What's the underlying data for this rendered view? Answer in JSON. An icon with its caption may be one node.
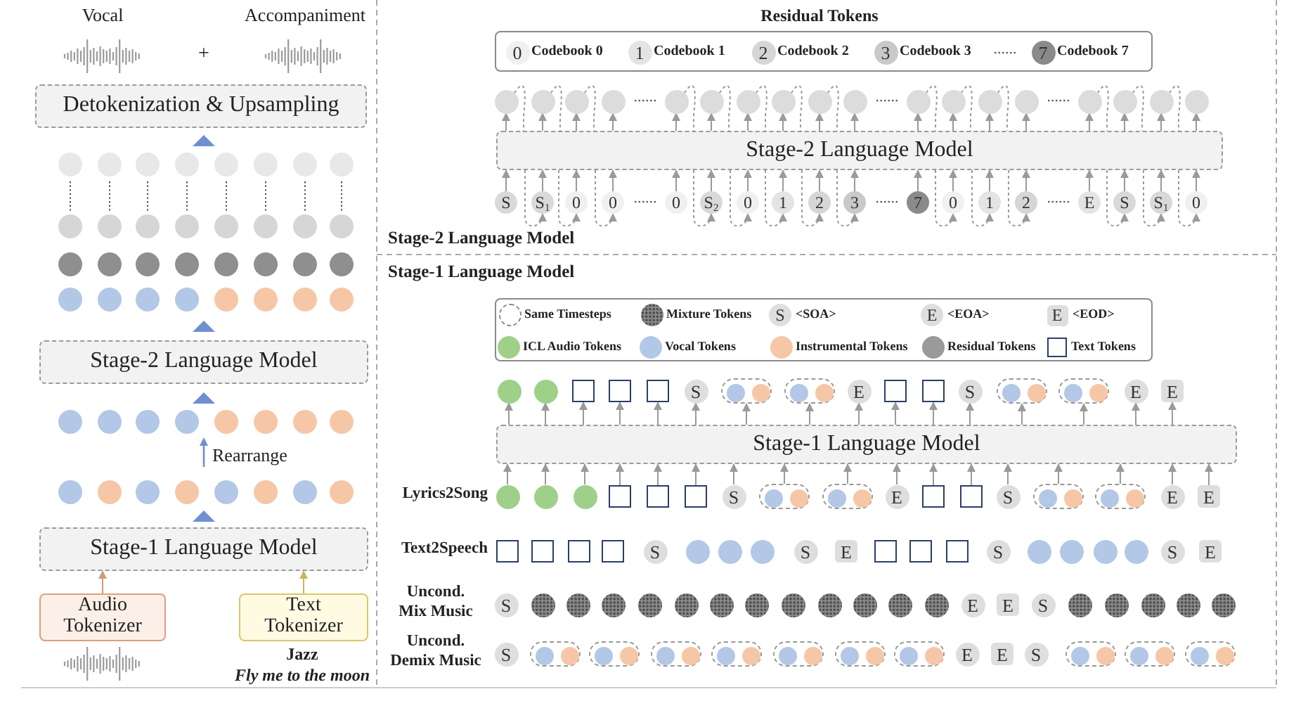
{
  "diagram": {
    "nodes": [
      {
        "text": [
          "Detokenization & Upsampling"
        ]
      },
      {
        "text": [
          "Stage-2 Language Model"
        ]
      },
      {
        "text": [
          "Stage-1 Language Model"
        ]
      },
      {
        "text": [
          "Audio Tokenizer"
        ]
      },
      {
        "text": [
          "Text Tokenizer"
        ],
        "beside": [
          "Jazz",
          "Fly me to the moon"
        ]
      },
      {
        "text": [
          "Stage-2 Language Model"
        ]
      },
      {
        "text": [],
        "shape": "circle"
      },
      {
        "text": [],
        "shape": "circle"
      },
      {
        "text": [],
        "shape": "circle"
      },
      {
        "text": [],
        "shape": "circle"
      },
      {
        "text": [],
        "shape": "circle"
      },
      {
        "text": [],
        "shape": "circle"
      },
      {
        "text": [],
        "shape": "circle"
      },
      {
        "text": [],
        "shape": "circle"
      },
      {
        "text": [],
        "shape": "circle"
      },
      {
        "text": [],
        "shape": "circle"
      },
      {
        "text": [],
        "shape": "circle"
      },
      {
        "text": [],
        "shape": "circle"
      },
      {
        "text": [],
        "shape": "circle"
      },
      {
        "text": [],
        "shape": "circle"
      },
      {
        "text": [],
        "shape": "circle"
      },
      {
        "text": [],
        "shape": "circle"
      },
      {
        "text": [],
        "shape": "circle"
      },
      {
        "text": [],
        "shape": "circle"
      },
      {
        "text": [
          "S"
        ]
      },
      {
        "text": [
          "S$_{1}$"
        ]
      },
      {
        "text": [
          "0"
        ]
      },
      {
        "text": [
          "0"
        ]
      },
      {
        "text": [
          "0"
        ]
      },
      {
        "text": [
          "S$_{2}$"
        ]
      },
      {
        "text": [
          "0"
        ]
      },
      {
        "text": [
          "1"
        ]
      },
      {
        "text": [
          "2"
        ]
      },
      {
        "text": [
          "3"
        ]
      },
      {
        "text": [
          "7"
        ]
      },
      {
        "text": [
          "0"
        ]
      },
      {
        "text": [
          "1"
        ]
      },
      {
        "text": [
          "2"
        ]
      },
      {
        "text": [
          "E"
        ]
      },
      {
        "text": [
          "S"
        ]
      },
      {
        "text": [
          "S$_{1}$"
        ]
      },
      {
        "text": [
          "0"
        ]
      },
      {
        "text": [
          "Stage-1 Language Model"
        ]
      },
      {
        "text": [],
        "shape": "circle"
      },
      {
        "text": [],
        "shape": "circle"
      },
      {
        "text": [],
        "shape": "box"
      },
      {
        "text": [],
        "shape": "box"
      },
      {
        "text": [],
        "shape": "box"
      },
      {
        "text": [
          "S"
        ]
      },
      {
        "text": [],
        "shape": "capsule"
      },
      {
        "text": [],
        "shape": "circle",
        "in": 49
      },
      {
        "text": [],
        "shape": "circle",
        "in": 49
      },
      {
        "text": [],
        "shape": "capsule"
      },
      {
        "text": [],
        "shape": "circle",
        "in": 52
      },
      {
        "text": [],
        "shape": "circle",
        "in": 52
      },
      {
        "text": [
          "E"
        ]
      },
      {
        "text": [],
        "shape": "box"
      },
      {
        "text": [],
        "shape": "box"
      },
      {
        "text": [
          "S"
        ]
      },
      {
        "text": [],
        "shape": "capsule"
      },
      {
        "text": [],
        "shape": "circle",
        "in": 59
      },
      {
        "text": [],
        "shape": "circle",
        "in": 59
      },
      {
        "text": [],
        "shape": "capsule"
      },
      {
        "text": [],
        "shape": "circle",
        "in": 62
      },
      {
        "text": [],
        "shape": "circle",
        "in": 62
      },
      {
        "text": [
          "E"
        ]
      },
      {
        "text": [
          "E"
        ]
      },
      {
        "text": [],
        "shape": "circle"
      },
      {
        "text": [],
        "shape": "circle"
      },
      {
        "text": [],
        "shape": "circle"
      },
      {
        "text": [],
        "shape": "box"
      },
      {
        "text": [],
        "shape": "box"
      },
      {
        "text": [],
        "shape": "box"
      },
      {
        "text": [
          "S"
        ]
      },
      {
        "text": [],
        "shape": "capsule"
      },
      {
        "text": [],
        "shape": "circle",
        "in": 74
      },
      {
        "text": [],
        "shape": "circle",
        "in": 74
      },
      {
        "text": [],
        "shape": "capsule"
      },
      {
        "text": [],
        "shape": "circle",
        "in": 77
      },
      {
        "text": [],
        "shape": "circle",
        "in": 77
      },
      {
        "text": [
          "E"
        ]
      },
      {
        "text": [],
        "shape": "box"
      },
      {
        "text": [],
        "shape": "box"
      },
      {
        "text": [
          "S"
        ]
      },
      {
        "text": [],
        "shape": "capsule"
      },
      {
        "text": [],
        "shape": "circle",
        "in": 84
      },
      {
        "text": [],
        "shape": "circle",
        "in": 84
      },
      {
        "text": [],
        "shape": "capsule"
      },
      {
        "text": [],
        "shape": "circle",
        "in": 87
      },
      {
        "text": [],
        "shape": "circle",
        "in": 87
      },
      {
        "text": [
          "E"
        ]
      },
      {
        "text": [
          "E"
        ]
      },
      {
        "text": [],
        "shape": "box"
      },
      {
        "text": [],
        "shape": "box"
      },
      {
        "text": [],
        "shape": "box"
      },
      {
        "text": [],
        "shape": "box"
      },
      {
        "text": [
          "S"
        ]
      },
      {
        "text": [],
        "shape": "circle"
      },
      {
        "text": [],
        "shape": "circle"
      },
      {
        "text": [],
        "shape": "circle"
      },
      {
        "text": [
          "S"
        ]
      },
      {
        "text": [
          "E"
        ]
      },
      {
        "text": [],
        "shape": "box"
      },
      {
        "text": [],
        "shape": "box"
      },
      {
        "text": [],
        "shape": "box"
      },
      {
        "text": [
          "S"
        ]
      },
      {
        "text": [],
        "shape": "circle"
      },
      {
        "text": [],
        "shape": "circle"
      },
      {
        "text": [],
        "shape": "circle"
      },
      {
        "text": [],
        "shape": "circle"
      },
      {
        "text": [
          "S"
        ]
      },
      {
        "text": [
          "E"
        ]
      },
      {
        "text": [
          "S"
        ]
      },
      {
        "text": [],
        "shape": "circle"
      },
      {
        "text": [],
        "shape": "circle"
      },
      {
        "text": [],
        "shape": "circle"
      },
      {
        "text": [],
        "shape": "circle"
      },
      {
        "text": [],
        "shape": "circle"
      },
      {
        "text": [],
        "shape": "circle"
      },
      {
        "text": [],
        "shape": "circle"
      },
      {
        "text": [],
        "shape": "circle"
      },
      {
        "text": [],
        "shape": "circle"
      },
      {
        "text": [],
        "shape": "circle"
      },
      {
        "text": [],
        "shape": "circle"
      },
      {
        "text": [],
        "shape": "circle"
      },
      {
        "text": [
          "E"
        ]
      },
      {
        "text": [
          "E"
        ]
      },
      {
        "text": [
          "S"
        ]
      },
      {
        "text": [],
        "shape": "circle"
      },
      {
        "text": [],
        "shape": "circle"
      },
      {
        "text": [],
        "shape": "circle"
      },
      {
        "text": [],
        "shape": "circle"
      },
      {
        "text": [],
        "shape": "circle"
      },
      {
        "text": [
          "S"
        ]
      },
      {
        "text": [],
        "shape": "capsule"
      },
      {
        "text": [],
        "shape": "circle",
        "in": 134
      },
      {
        "text": [],
        "shape": "circle",
        "in": 134
      },
      {
        "text": [],
        "shape": "capsule"
      },
      {
        "text": [],
        "shape": "circle",
        "in": 137
      },
      {
        "text": [],
        "shape": "circle",
        "in": 137
      },
      {
        "text": [],
        "shape": "capsule"
      },
      {
        "text": [],
        "shape": "circle",
        "in": 140
      },
      {
        "text": [],
        "shape": "circle",
        "in": 140
      },
      {
        "text": [],
        "shape": "capsule"
      },
      {
        "text": [],
        "shape": "circle",
        "in": 143
      },
      {
        "text": [],
        "shape": "circle",
        "in": 143
      },
      {
        "text": [],
        "shape": "capsule"
      },
      {
        "text": [],
        "shape": "circle",
        "in": 146
      },
      {
        "text": [],
        "shape": "circle",
        "in": 146
      },
      {
        "text": [],
        "shape": "capsule"
      },
      {
        "text": [],
        "shape": "circle",
        "in": 149
      },
      {
        "text": [],
        "shape": "circle",
        "in": 149
      },
      {
        "text": [],
        "shape": "capsule"
      },
      {
        "text": [],
        "shape": "circle",
        "in": 152
      },
      {
        "text": [],
        "shape": "circle",
        "in": 152
      },
      {
        "text": [
          "E"
        ]
      },
      {
        "text": [
          "E"
        ]
      },
      {
        "text": [
          "S"
        ]
      },
      {
        "text": [],
        "shape": "capsule"
      },
      {
        "text": [],
        "shape": "circle",
        "in": 158
      },
      {
        "text": [],
        "shape": "circle",
        "in": 158
      },
      {
        "text": [],
        "shape": "capsule"
      },
      {
        "text": [],
        "shape": "circle",
        "in": 161
      },
      {
        "text": [],
        "shape": "circle",
        "in": 161
      },
      {
        "text": [],
        "shape": "capsule"
      },
      {
        "text": [],
        "shape": "circle",
        "in": 164
      },
      {
        "text": [],
        "shape": "circle",
        "in": 164
      }
    ],
    "edges": [
      {
        "from": 3,
        "to": 2,
        "arrow": "to",
        "color": "#d39a78"
      },
      {
        "from": 4,
        "to": 2,
        "arrow": "to",
        "color": "#cdb25a"
      },
      {
        "from": 24,
        "to": 5,
        "arrow": "to"
      },
      {
        "from": 25,
        "to": 5,
        "arrow": "to"
      },
      {
        "from": 26,
        "to": 5,
        "arrow": "to"
      },
      {
        "from": 27,
        "to": 5,
        "arrow": "to"
      },
      {
        "from": 28,
        "to": 5,
        "arrow": "to"
      },
      {
        "from": 29,
        "to": 5,
        "arrow": "to"
      },
      {
        "from": 30,
        "to": 5,
        "arrow": "to"
      },
      {
        "from": 31,
        "to": 5,
        "arrow": "to"
      },
      {
        "from": 32,
        "to": 5,
        "arrow": "to"
      },
      {
        "from": 33,
        "to": 5,
        "arrow": "to"
      },
      {
        "from": 34,
        "to": 5,
        "arrow": "to"
      },
      {
        "from": 35,
        "to": 5,
        "arrow": "to"
      },
      {
        "from": 36,
        "to": 5,
        "arrow": "to"
      },
      {
        "from": 37,
        "to": 5,
        "arrow": "to"
      },
      {
        "from": 38,
        "to": 5,
        "arrow": "to"
      },
      {
        "from": 39,
        "to": 5,
        "arrow": "to"
      },
      {
        "from": 40,
        "to": 5,
        "arrow": "to"
      },
      {
        "from": 41,
        "to": 5,
        "arrow": "to"
      },
      {
        "from": 5,
        "to": 6,
        "arrow": "to"
      },
      {
        "from": 5,
        "to": 7,
        "arrow": "to"
      },
      {
        "from": 5,
        "to": 8,
        "arrow": "to"
      },
      {
        "from": 5,
        "to": 9,
        "arrow": "to"
      },
      {
        "from": 5,
        "to": 10,
        "arrow": "to"
      },
      {
        "from": 5,
        "to": 11,
        "arrow": "to"
      },
      {
        "from": 5,
        "to": 12,
        "arrow": "to"
      },
      {
        "from": 5,
        "to": 13,
        "arrow": "to"
      },
      {
        "from": 5,
        "to": 14,
        "arrow": "to"
      },
      {
        "from": 5,
        "to": 15,
        "arrow": "to"
      },
      {
        "from": 5,
        "to": 16,
        "arrow": "to"
      },
      {
        "from": 5,
        "to": 17,
        "arrow": "to"
      },
      {
        "from": 5,
        "to": 18,
        "arrow": "to"
      },
      {
        "from": 5,
        "to": 19,
        "arrow": "to"
      },
      {
        "from": 5,
        "to": 20,
        "arrow": "to"
      },
      {
        "from": 5,
        "to": 21,
        "arrow": "to"
      },
      {
        "from": 5,
        "to": 22,
        "arrow": "to"
      },
      {
        "from": 5,
        "to": 23,
        "arrow": "to"
      },
      {
        "from": 6,
        "to": 5,
        "arrow": "none",
        "style": "dashed"
      },
      {
        "from": 5,
        "to": 25,
        "arrow": "to",
        "style": "dashed"
      },
      {
        "from": 7,
        "to": 5,
        "arrow": "none",
        "style": "dashed"
      },
      {
        "from": 5,
        "to": 26,
        "arrow": "to",
        "style": "dashed"
      },
      {
        "from": 8,
        "to": 5,
        "arrow": "none",
        "style": "dashed"
      },
      {
        "from": 5,
        "to": 27,
        "arrow": "to",
        "style": "dashed"
      },
      {
        "from": 10,
        "to": 5,
        "arrow": "none",
        "style": "dashed"
      },
      {
        "from": 5,
        "to": 29,
        "arrow": "to",
        "style": "dashed"
      },
      {
        "from": 11,
        "to": 5,
        "arrow": "none",
        "style": "dashed"
      },
      {
        "from": 5,
        "to": 30,
        "arrow": "to",
        "style": "dashed"
      },
      {
        "from": 12,
        "to": 5,
        "arrow": "none",
        "style": "dashed"
      },
      {
        "from": 5,
        "to": 31,
        "arrow": "to",
        "style": "dashed"
      },
      {
        "from": 13,
        "to": 5,
        "arrow": "none",
        "style": "dashed"
      },
      {
        "from": 5,
        "to": 32,
        "arrow": "to",
        "style": "dashed"
      },
      {
        "from": 14,
        "to": 5,
        "arrow": "none",
        "style": "dashed"
      },
      {
        "from": 5,
        "to": 33,
        "arrow": "to",
        "style": "dashed"
      },
      {
        "from": 16,
        "to": 5,
        "arrow": "none",
        "style": "dashed"
      },
      {
        "from": 5,
        "to": 35,
        "arrow": "to",
        "style": "dashed"
      },
      {
        "from": 17,
        "to": 5,
        "arrow": "none",
        "style": "dashed"
      },
      {
        "from": 5,
        "to": 36,
        "arrow": "to",
        "style": "dashed"
      },
      {
        "from": 18,
        "to": 5,
        "arrow": "none",
        "style": "dashed"
      },
      {
        "from": 5,
        "to": 37,
        "arrow": "to",
        "style": "dashed"
      },
      {
        "from": 20,
        "to": 5,
        "arrow": "none",
        "style": "dashed"
      },
      {
        "from": 5,
        "to": 39,
        "arrow": "to",
        "style": "dashed"
      },
      {
        "from": 21,
        "to": 5,
        "arrow": "none",
        "style": "dashed"
      },
      {
        "from": 5,
        "to": 40,
        "arrow": "to",
        "style": "dashed"
      },
      {
        "from": 22,
        "to": 5,
        "arrow": "none",
        "style": "dashed"
      },
      {
        "from": 5,
        "to": 41,
        "arrow": "to",
        "style": "dashed"
      },
      {
        "from": 67,
        "to": 42,
        "arrow": "to"
      },
      {
        "from": 68,
        "to": 42,
        "arrow": "to"
      },
      {
        "from": 69,
        "to": 42,
        "arrow": "to"
      },
      {
        "from": 70,
        "to": 42,
        "arrow": "to"
      },
      {
        "from": 71,
        "to": 42,
        "arrow": "to"
      },
      {
        "from": 72,
        "to": 42,
        "arrow": "to"
      },
      {
        "from": 73,
        "to": 42,
        "arrow": "to"
      },
      {
        "from": 74,
        "to": 42,
        "arrow": "to"
      },
      {
        "from": 77,
        "to": 42,
        "arrow": "to"
      },
      {
        "from": 80,
        "to": 42,
        "arrow": "to"
      },
      {
        "from": 81,
        "to": 42,
        "arrow": "to"
      },
      {
        "from": 82,
        "to": 42,
        "arrow": "to"
      },
      {
        "from": 83,
        "to": 42,
        "arrow": "to"
      },
      {
        "from": 84,
        "to": 42,
        "arrow": "to"
      },
      {
        "from": 87,
        "to": 42,
        "arrow": "to"
      },
      {
        "from": 90,
        "to": 42,
        "arrow": "to"
      },
      {
        "from": 91,
        "to": 42,
        "arrow": "to"
      },
      {
        "from": 42,
        "to": 43,
        "arrow": "to"
      },
      {
        "from": 42,
        "to": 44,
        "arrow": "to"
      },
      {
        "from": 42,
        "to": 45,
        "arrow": "to"
      },
      {
        "from": 42,
        "to": 46,
        "arrow": "to"
      },
      {
        "from": 42,
        "to": 47,
        "arrow": "to"
      },
      {
        "from": 42,
        "to": 48,
        "arrow": "to"
      },
      {
        "from": 42,
        "to": 49,
        "arrow": "to"
      },
      {
        "from": 42,
        "to": 52,
        "arrow": "to"
      },
      {
        "from": 42,
        "to": 55,
        "arrow": "to"
      },
      {
        "from": 42,
        "to": 56,
        "arrow": "to"
      },
      {
        "from": 42,
        "to": 57,
        "arrow": "to"
      },
      {
        "from": 42,
        "to": 58,
        "arrow": "to"
      },
      {
        "from": 42,
        "to": 59,
        "arrow": "to"
      },
      {
        "from": 42,
        "to": 62,
        "arrow": "to"
      },
      {
        "from": 42,
        "to": 65,
        "arrow": "to"
      },
      {
        "from": 42,
        "to": 66,
        "arrow": "to"
      }
    ],
    "labels": [
      "Vocal",
      "Accompaniment",
      "+",
      "Rearrange",
      "Residual Tokens",
      "0",
      "1",
      "2",
      "3",
      "......",
      "7",
      "......",
      "......",
      "......",
      "......",
      "......",
      "......",
      "Stage-2 Language Model",
      "Stage-1 Language Model",
      "S",
      "E",
      "E",
      "Lyrics2Song",
      "Text2Speech",
      "Uncond. Mix Music",
      "Uncond. Demix Music"
    ],
    "legend": [
      {
        "text": "Codebook 0",
        "color": "#f0f0f0"
      },
      {
        "text": "Codebook 1",
        "color": "#e4e4e4"
      },
      {
        "text": "Codebook 2",
        "color": "#d6d6d6"
      },
      {
        "text": "Codebook 3",
        "color": "#c9c9c9"
      },
      {
        "text": "Codebook 7",
        "color": "#8a8a8a"
      },
      {
        "text": "Same Timesteps"
      },
      {
        "text": "Mixture Tokens"
      },
      {
        "text": "<SOA>"
      },
      {
        "text": "<EOA>"
      },
      {
        "text": "<EOD>"
      },
      {
        "text": "ICL Audio Tokens",
        "color": "#9fd08a"
      },
      {
        "text": "Vocal Tokens",
        "color": "#b3c7e6"
      },
      {
        "text": "Instrumental Tokens",
        "color": "#f6c7a6"
      },
      {
        "text": "Residual Tokens",
        "color": "#9a9a9a"
      },
      {
        "text": "Text Tokens"
      }
    ]
  }
}
